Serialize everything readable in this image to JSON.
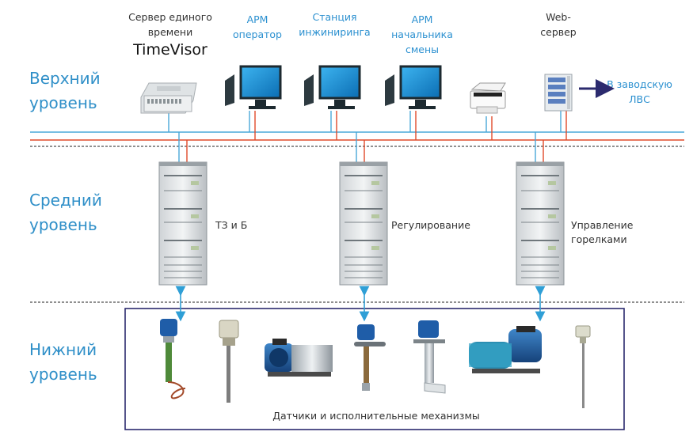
{
  "levels": {
    "top": [
      "Верхний",
      "уровень"
    ],
    "middle": [
      "Средний",
      "уровень"
    ],
    "bottom": [
      "Нижний",
      "уровень"
    ]
  },
  "devices": {
    "time_server": {
      "line1": "Сервер единого",
      "line2": "времени",
      "name": "TimeVisor"
    },
    "arm_operator": {
      "line1": "АРМ",
      "line2": "оператор"
    },
    "engineering_station": {
      "line1": "Станция",
      "line2": "инжиниринга"
    },
    "arm_shift_chief": {
      "line1": "АРМ",
      "line2": "начальника",
      "line3": "смены"
    },
    "web_server": {
      "line1": "Web-",
      "line2": "сервер"
    },
    "plant_lan": {
      "line1": "В заводскую",
      "line2": "ЛВС"
    }
  },
  "racks": {
    "tz": {
      "label": "ТЗ и Б"
    },
    "regulation": {
      "label": "Регулирование"
    },
    "burners": {
      "line1": "Управление",
      "line2": "горелками"
    }
  },
  "field": {
    "caption": "Датчики и исполнительные механизмы"
  },
  "colors": {
    "level_text": "#2f8fc8",
    "bus_blue": "#4aa8d8",
    "bus_red": "#e04a2a",
    "frame": "#2b2a6e",
    "arrow": "#2f9fd6"
  }
}
